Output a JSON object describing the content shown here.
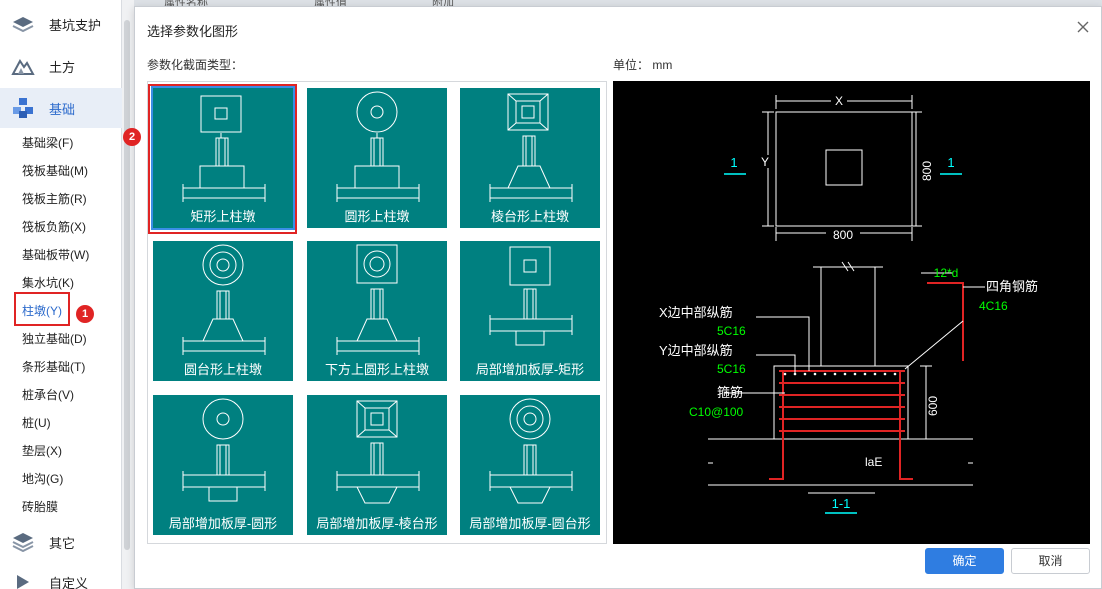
{
  "sidebar": {
    "categories": [
      {
        "label": "基坑支护",
        "icon": "pit-support-icon"
      },
      {
        "label": "土方",
        "icon": "earthwork-icon"
      },
      {
        "label": "基础",
        "icon": "foundation-icon"
      },
      {
        "label": "其它",
        "icon": "other-icon"
      },
      {
        "label": "自定义",
        "icon": "custom-icon"
      }
    ],
    "items": [
      "基础梁(F)",
      "筏板基础(M)",
      "筏板主筋(R)",
      "筏板负筋(X)",
      "基础板带(W)",
      "集水坑(K)",
      "柱墩(Y)",
      "独立基础(D)",
      "条形基础(T)",
      "桩承台(V)",
      "桩(U)",
      "垫层(X)",
      "地沟(G)",
      "砖胎膜"
    ]
  },
  "background": {
    "col1": "属性名称",
    "col2": "属性值",
    "col3": "附加"
  },
  "dialog": {
    "title": "选择参数化图形",
    "type_label": "参数化截面类型：",
    "unit_label": "单位：  mm",
    "tiles": [
      "矩形上柱墩",
      "圆形上柱墩",
      "棱台形上柱墩",
      "圆台形上柱墩",
      "下方上圆形上柱墩",
      "局部增加板厚-矩形",
      "局部增加板厚-圆形",
      "局部增加板厚-棱台形",
      "局部增加板厚-圆台形"
    ],
    "ok_label": "确定",
    "cancel_label": "取消"
  },
  "annotations": {
    "badge1": "1",
    "badge2": "2"
  },
  "preview": {
    "x_label": "X",
    "y_label": "Y",
    "dim_800_h": "800",
    "dim_800_v": "800",
    "dim_600": "600",
    "sec_left": "1",
    "sec_right": "1",
    "anchor": "12*d",
    "corner_label": "四角钢筋",
    "corner_value": "4C16",
    "x_mid_label": "X边中部纵筋",
    "x_mid_value": "5C16",
    "y_mid_label": "Y边中部纵筋",
    "y_mid_value": "5C16",
    "stirrup_label": "箍筋",
    "stirrup_value": "C10@100",
    "lae": "laE",
    "section": "1-1"
  },
  "colors": {
    "tile_bg": "#008080",
    "accent": "#2f7de1",
    "highlight": "#e02424",
    "rebar": "#e02424",
    "dim_text": "#00ff00",
    "cyan": "#00ffff"
  }
}
